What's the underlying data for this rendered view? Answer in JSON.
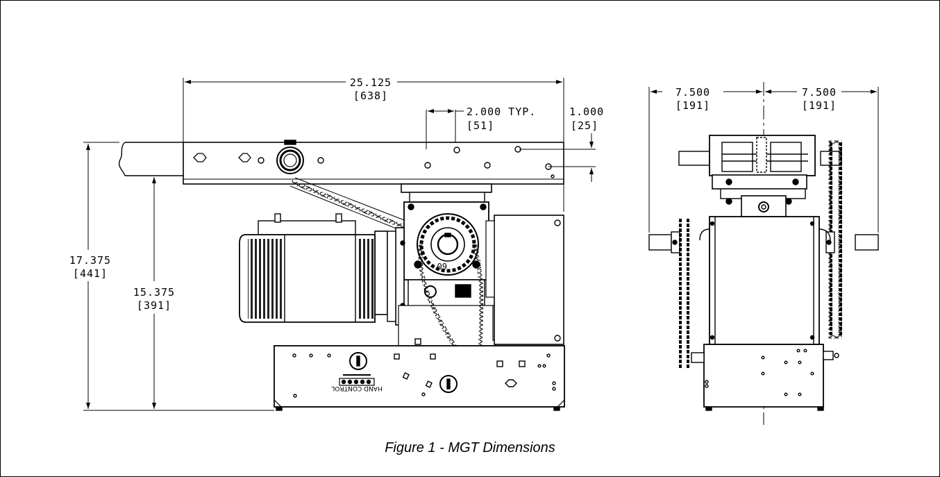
{
  "front_view": {
    "overall_width_in": "25.125",
    "overall_width_mm": "[638]",
    "hole_spacing_in": "2.000 TYP.",
    "hole_spacing_mm": "[51]",
    "hole_offset_in": "1.000",
    "hole_offset_mm": "[25]",
    "overall_height_in": "17.375",
    "overall_height_mm": "[441]",
    "shaft_height_in": "15.375",
    "shaft_height_mm": "[391]",
    "sprocket_label": "60",
    "control_label": "HAND CONTROL"
  },
  "side_view": {
    "left_half_in": "7.500",
    "left_half_mm": "[191]",
    "right_half_in": "7.500",
    "right_half_mm": "[191]"
  },
  "caption": "Figure 1 - MGT Dimensions"
}
